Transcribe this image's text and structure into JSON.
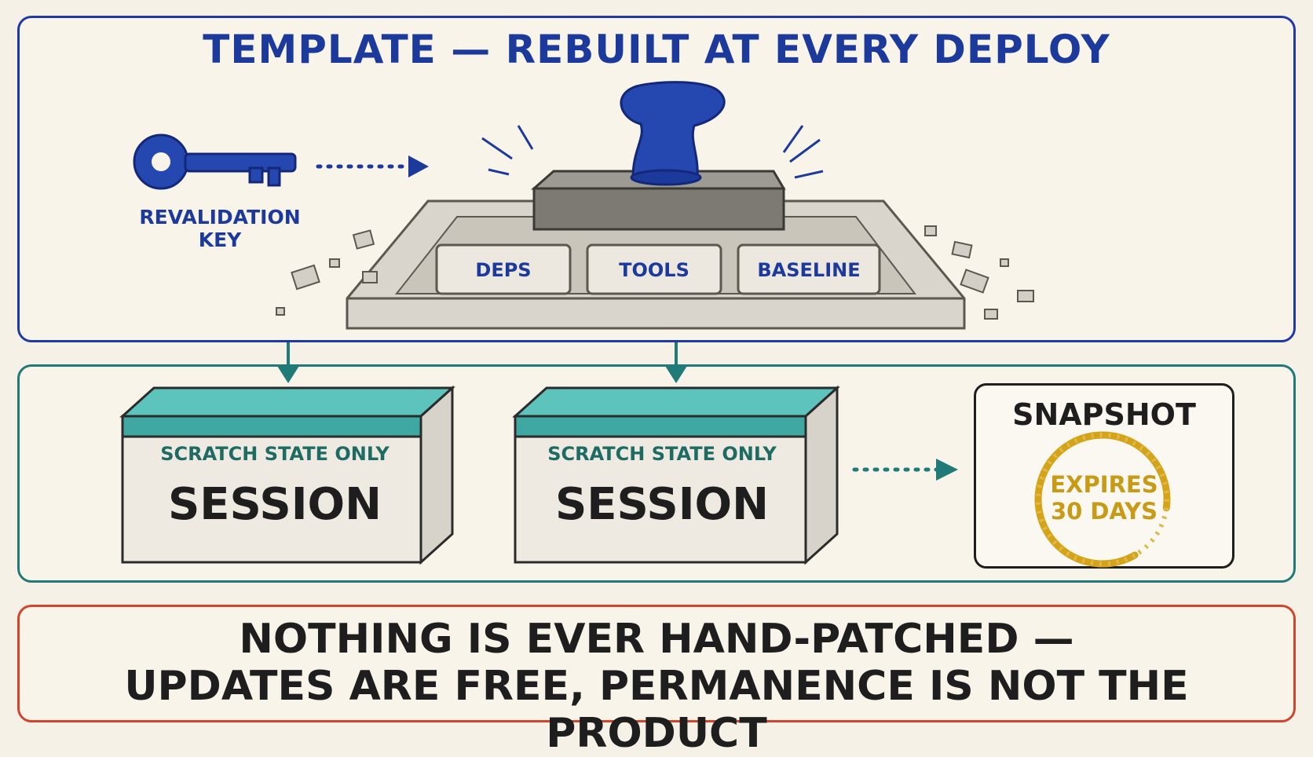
{
  "template": {
    "title": "TEMPLATE — REBUILT AT EVERY DEPLOY",
    "key_label": "REVALIDATION KEY",
    "slots": [
      "DEPS",
      "TOOLS",
      "BASELINE"
    ]
  },
  "sessions": [
    {
      "subtitle": "SCRATCH STATE ONLY",
      "label": "SESSION"
    },
    {
      "subtitle": "SCRATCH STATE ONLY",
      "label": "SESSION"
    }
  ],
  "snapshot": {
    "title": "SNAPSHOT",
    "expires_line1": "EXPIRES",
    "expires_line2": "30 DAYS"
  },
  "footer": {
    "line1": "NOTHING IS EVER HAND-PATCHED —",
    "line2": "UPDATES ARE FREE, PERMANENCE IS NOT THE PRODUCT"
  },
  "colors": {
    "template_border": "#1f3aa6",
    "session_border": "#1f7a78",
    "footer_border": "#d2452c",
    "accent_gold": "#c99a16",
    "stamp_blue": "#2244aa",
    "session_top": "#4fb8b2"
  },
  "icons": [
    "key-icon",
    "stamp-icon",
    "arrow-right-icon",
    "arrow-down-icon",
    "expiry-ring-icon"
  ]
}
